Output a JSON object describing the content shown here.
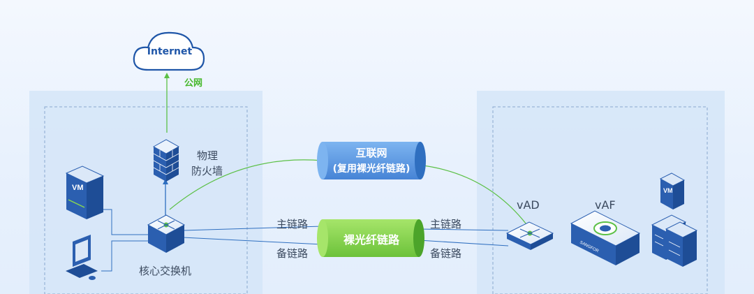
{
  "cloud": {
    "label": "Internet"
  },
  "public_net_label": "公网",
  "firewall_label": [
    "物理",
    "防火墙"
  ],
  "core_switch_label": "核心交换机",
  "vm_label": "VM",
  "internet_tunnel": [
    "互联网",
    "(复用裸光纤链路)"
  ],
  "fiber_tunnel": {
    "label": "裸光纤链路"
  },
  "left_links": {
    "primary": "主链路",
    "backup": "备链路"
  },
  "right_links": {
    "primary": "主链路",
    "backup": "备链路"
  },
  "vad_label": "vAD",
  "vaf_label": "vAF",
  "vaf_brand": "SANGFOR",
  "colors": {
    "tunnel_blue": "#5b9be3",
    "tunnel_green": "#8ad84e",
    "link_green": "#5cc046",
    "link_blue": "#2f6fc0",
    "device_blue": "#2b5fb0"
  }
}
